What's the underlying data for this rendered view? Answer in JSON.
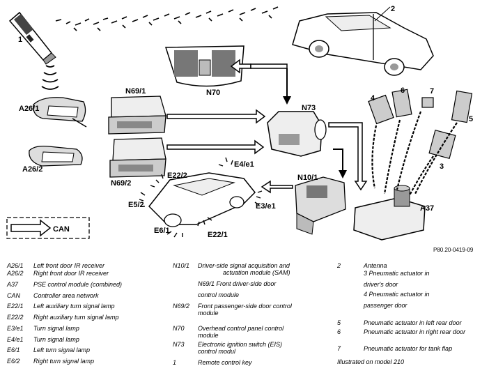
{
  "diagram": {
    "labels": {
      "remote": "1",
      "antenna": "2",
      "a26_1": "A26/1",
      "a26_2": "A26/2",
      "n69_1": "N69/1",
      "n69_2": "N69/2",
      "n70": "N70",
      "n73": "N73",
      "n10_1": "N10/1",
      "a37": "A37",
      "e22_2": "E22/2",
      "e4_e1": "E4/e1",
      "e5_2": "E5/2",
      "e3_e1": "E3/e1",
      "e6_1": "E6/1",
      "e22_1": "E22/1",
      "act3": "3",
      "act4": "4",
      "act5": "5",
      "act6": "6",
      "act7": "7",
      "can": "CAN"
    },
    "ref": "P80.20-0419-09"
  },
  "legend": {
    "col1": [
      {
        "code": "A26/1",
        "desc": "Left front door IR receiver"
      },
      {
        "code": "A26/2",
        "desc": "Right front door IR receiver"
      },
      {
        "code": "A37",
        "desc": "PSE control module (combined)"
      },
      {
        "code": "CAN",
        "desc": "Controller area network"
      },
      {
        "code": "E22/1",
        "desc": "Left auxiliary turn signal lamp"
      },
      {
        "code": "E22/2",
        "desc": "Right auxiliary turn signal lamp"
      },
      {
        "code": "E3/e1",
        "desc": "Turn signal lamp"
      },
      {
        "code": "E4/e1",
        "desc": "Turn signal lamp"
      },
      {
        "code": "E6/1",
        "desc": "Left turn signal lamp"
      },
      {
        "code": "E6/2",
        "desc": "Right turn signal lamp"
      }
    ],
    "col2": [
      {
        "code": "N10/1",
        "desc1": "Driver-side signal acquisition and",
        "desc2": "actuation module (SAM)"
      },
      {
        "code": "",
        "desc1": "N69/1    Front driver-side door",
        "desc2": "control module"
      },
      {
        "code": "N69/2",
        "desc1": "Front passenger-side door control",
        "desc2": "module"
      },
      {
        "code": "N70",
        "desc1": "Overhead control panel control",
        "desc2": "module"
      },
      {
        "code": "N73",
        "desc1": "Electronic ignition switch (EIS)",
        "desc2": "control modul"
      },
      {
        "code": "1",
        "desc1": "Remote control key",
        "desc2": ""
      }
    ],
    "col3": [
      {
        "code": "2",
        "desc": "Antenna"
      },
      {
        "code": "",
        "desc": "3          Pneumatic actuator in"
      },
      {
        "code": "",
        "desc": "driver's door"
      },
      {
        "code": "",
        "desc": "4          Pneumatic actuator in"
      },
      {
        "code": "",
        "desc": "passenger door"
      },
      {
        "code": "5",
        "desc": "Pneumatic actuator in left rear door"
      },
      {
        "code": "6",
        "desc": "Pneumatic actuator in right rear door"
      },
      {
        "code": "7",
        "desc": "Pneumatic actuator for tank flap"
      },
      {
        "code": "",
        "desc": "Illustrated on model 210"
      }
    ]
  }
}
